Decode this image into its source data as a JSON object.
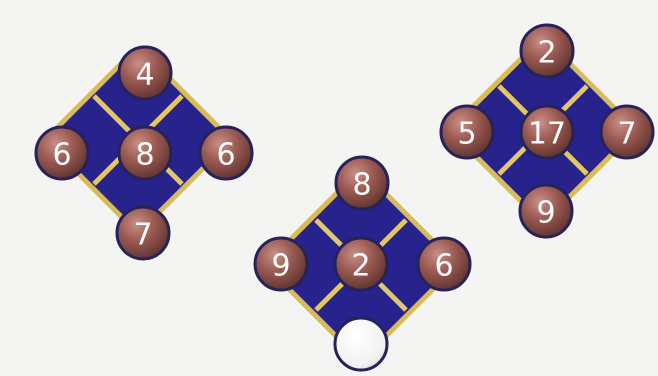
{
  "puzzle": {
    "colors": {
      "board": "#27228c",
      "board_rim": "#d8bc5a",
      "spokes": "#e4c765",
      "ball": "#94574f",
      "ball_outline": "#26225a",
      "blank_ball": "#ffffff",
      "text": "#ffffff"
    },
    "boards": [
      {
        "name": "left",
        "top": "4",
        "left": "6",
        "center": "8",
        "right": "6",
        "bottom": "7"
      },
      {
        "name": "middle",
        "top": "8",
        "left": "9",
        "center": "2",
        "right": "6",
        "bottom": ""
      },
      {
        "name": "right",
        "top": "2",
        "left": "5",
        "center": "17",
        "right": "7",
        "bottom": "9"
      }
    ]
  }
}
